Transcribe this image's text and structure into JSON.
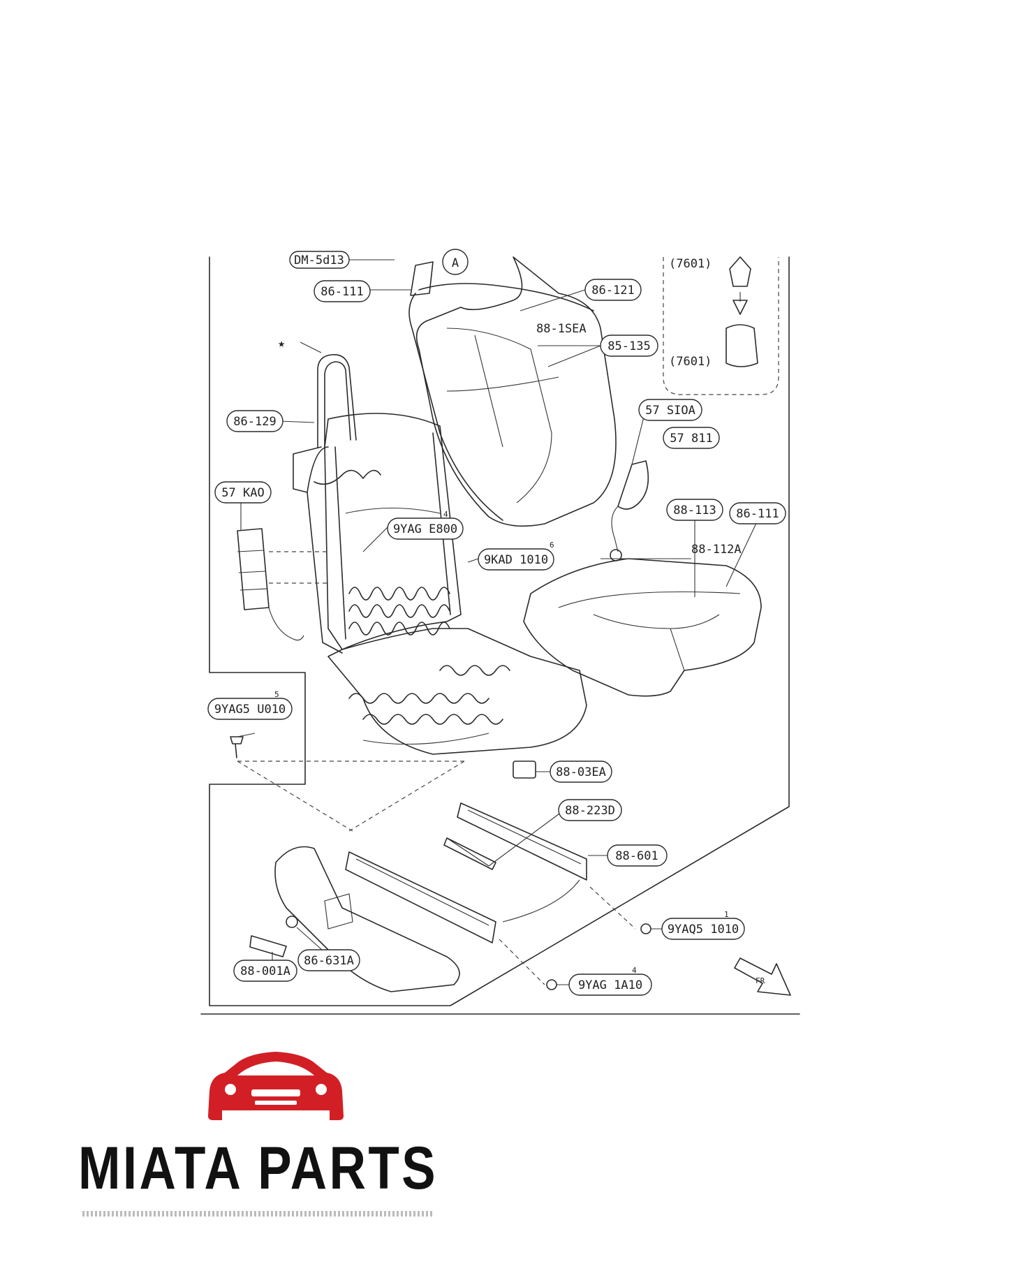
{
  "diagram": {
    "callouts": {
      "top_left_ref": "DM-5d13",
      "circle_a": "A",
      "c_86_111_top": "86-111",
      "c_86_121": "86-121",
      "c_88_1sea": "88-1SEA",
      "c_85_135": "85-135",
      "c_7601_top": "(7601)",
      "c_7601_bottom": "(7601)",
      "star": "★",
      "c_86_129": "86-129",
      "c_57_sioa": "57 SIOA",
      "c_57_811": "57 811",
      "c_57_kao": "57 KAO",
      "c_9yag_e8": "9YAG E800",
      "c_9yag_e8_qty": "4",
      "c_9kad": "9KAD 1010",
      "c_9kad_qty": "6",
      "c_88_113": "88-113",
      "c_86_111_right": "86-111",
      "c_88_112a": "88-112A",
      "c_9yag5": "9YAG5 U010",
      "c_9yag5_qty": "5",
      "c_88_03ea": "88-03EA",
      "c_88_223d": "88-223D",
      "c_88_601": "88-601",
      "c_9yaq5": "9YAQ5 1010",
      "c_9yaq5_qty": "1",
      "c_88_001a": "88-001A",
      "c_86_631a": "86-631A",
      "c_9yag_1a": "9YAG 1A10",
      "c_9yag_1a_qty": "4",
      "front_arrow": "FR"
    }
  },
  "logo": {
    "brand": "MIATA PARTS",
    "brand_color": "#d21f26"
  }
}
